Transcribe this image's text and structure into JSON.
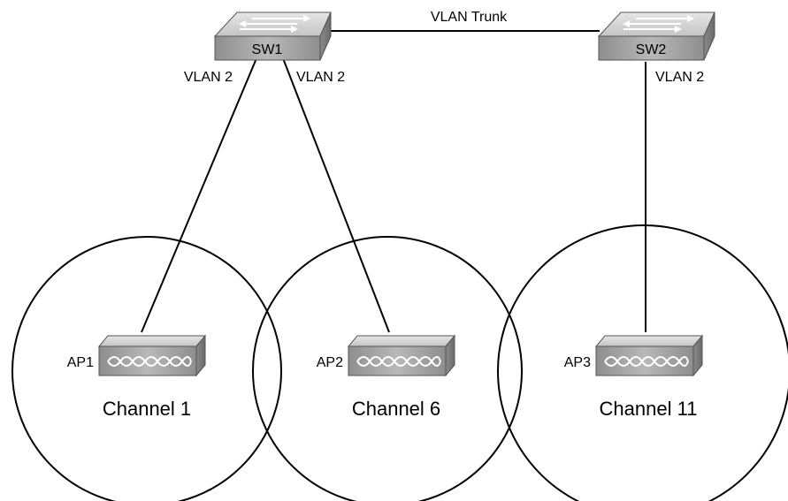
{
  "switches": {
    "sw1": {
      "label": "SW1"
    },
    "sw2": {
      "label": "SW2"
    }
  },
  "links": {
    "trunk": "VLAN Trunk",
    "sw1_ap1": "VLAN 2",
    "sw1_ap2": "VLAN 2",
    "sw2_ap3": "VLAN 2"
  },
  "access_points": [
    {
      "label": "AP1",
      "channel": "Channel 1"
    },
    {
      "label": "AP2",
      "channel": "Channel 6"
    },
    {
      "label": "AP3",
      "channel": "Channel 11"
    }
  ],
  "colors": {
    "device_top": "#d4d4d4",
    "device_front": "#9c9c9c",
    "device_side": "#7a7a7a",
    "line": "#000000"
  }
}
